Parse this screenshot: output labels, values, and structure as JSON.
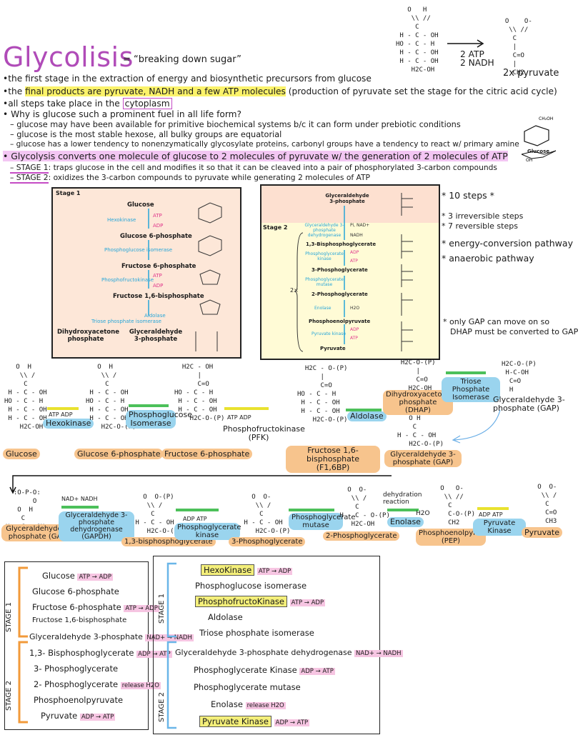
{
  "header": {
    "title": "Glycolisis",
    "subtitle": "= “breaking down sugar”",
    "reaction": {
      "products": "2x pyruvate",
      "energy_1": "2 ATP",
      "energy_2": "2 NADH"
    }
  },
  "bullets": [
    "•the first stage in the extraction of energy and biosynthetic precursors from glucose",
    "•the ",
    "final products are pyruvate, NADH and a few ATP molecules",
    " (production of pyruvate set the stage for the citric acid cycle)",
    "•all steps take place in the ",
    "cytoplasm",
    "• Why is glucose such a prominent fuel in all life form?",
    "– glucose may have been available for primitive biochemical systems b/c it can form under prebiotic conditions",
    "– glucose is the most stable hexose, all bulky groups are equatorial",
    "– glucose has a lower tendency to nonenzymatically glycosylate proteins, carbonyl groups have a tendency to react w/ primary amine",
    "• Glycolysis converts one molecule of glucose to 2 molecules of pyruvate w/ the generation of 2 molecules of ATP",
    "– STAGE 1",
    ": traps glucose in the cell and modifies it so that it can be cleaved into a pair of phosphorylated 3-carbon compounds",
    "– STAGE 2",
    ": oxidizes the 3-carbon compounds to pyruvate while generating 2 molecules of ATP"
  ],
  "glucose_label": "Glucose",
  "stage1": {
    "heading": "Stage 1",
    "molecules": [
      "Glucose",
      "Glucose 6-phosphate",
      "Fructose 6-phosphate",
      "Fructose 1,6-bisphosphate",
      "Dihydroxyacetone phosphate",
      "Glyceraldehyde 3-phosphate"
    ],
    "enzymes": [
      "Hexokinase",
      "Phosphoglucose isomerase",
      "Phosphofructokinase",
      "Aldolase",
      "Triose phosphate isomerase"
    ],
    "cofactors": [
      "ATP",
      "ADP",
      "ATP",
      "ADP"
    ]
  },
  "stage2": {
    "heading": "Stage 2",
    "multiplier": "2×",
    "molecules": [
      "Glyceraldehyde 3-phosphate",
      "1,3-Bisphosphoglycerate",
      "3-Phosphoglycerate",
      "2-Phosphoglycerate",
      "Phosphoenolpyruvate",
      "Pyruvate"
    ],
    "enzymes": [
      "Glyceraldehyde 3-phosphate dehydrogenase",
      "Phosphoglycerate kinase",
      "Phosphoglycerate mutase",
      "Enolase",
      "Pyruvate kinase"
    ],
    "cofactors": [
      "Pi, NAD+",
      "NADH",
      "ADP",
      "ATP",
      "H2O",
      "ADP",
      "ATP"
    ]
  },
  "notes": [
    "* 10 steps *",
    "* 3 irreversible steps",
    "* 7 reversible steps",
    "* energy-conversion pathway",
    "* anaerobic pathway",
    "* only GAP can move on so",
    "DHAP must be converted to GAP"
  ],
  "pathway_row1": {
    "molecules": [
      "Glucose",
      "Glucose 6-phosphate",
      "Fructose 6-phosphate",
      "Fructose 1,6-bisphosphate (F1,6BP)",
      "Dihydroxyacetone phosphate (DHAP)",
      "Glyceraldehyde 3-phosphate (GAP)",
      "Glyceraldehyde 3-phosphate (GAP)"
    ],
    "enzymes": [
      "Hexokinase",
      "Phosphoglucose Isomerase",
      "Phosphofructokinase (PFK)",
      "Aldolase",
      "Triose Phosphate Isomerase"
    ],
    "cofactors": [
      "ATP",
      "ADP",
      "ATP",
      "ADP"
    ]
  },
  "pathway_row2": {
    "molecules": [
      "Glyceraldehyde 3-phosphate (GAP)",
      "1,3-bisphosphoglycerate",
      "3-Phosphoglycerate",
      "2-Phosphoglycerate",
      "Phosphoenolpyruvate (PEP)",
      "Pyruvate"
    ],
    "enzymes": [
      "Glyceraldehyde 3-phosphate dehydrogenase (GAPDH)",
      "Phosphoglycerate kinase",
      "Phosphoglycerate mutase",
      "Enolase",
      "Pyruvate Kinase"
    ],
    "cofactors": [
      "NAD+",
      "NADH",
      "ADP",
      "ATP",
      "H2O",
      "ADP",
      "ATP"
    ],
    "note": "dehydration reaction"
  },
  "summary_left": {
    "stage_labels": [
      "STAGE 1",
      "STAGE 2"
    ],
    "rows": [
      {
        "name": "Glucose",
        "tag": "ATP → ADP"
      },
      {
        "name": "Glucose 6-phosphate",
        "tag": ""
      },
      {
        "name": "Fructose 6-phosphate",
        "tag": "ATP → ADP"
      },
      {
        "name": "Fructose 1,6-bisphosphate",
        "tag": ""
      },
      {
        "name": "Glyceraldehyde 3-phosphate",
        "tag": "NAD+ → NADH"
      },
      {
        "name": "1,3- Bisphosphoglycerate",
        "tag": "ADP → ATP"
      },
      {
        "name": "3- Phosphoglycerate",
        "tag": ""
      },
      {
        "name": "2- Phosphoglycerate",
        "tag": "release H2O"
      },
      {
        "name": "Phosphoenolpyruvate",
        "tag": ""
      },
      {
        "name": "Pyruvate",
        "tag": "ADP → ATP"
      }
    ]
  },
  "summary_right": {
    "stage_labels": [
      "STAGE 1",
      "STAGE 2"
    ],
    "rows": [
      {
        "name": "HexoKinase",
        "tag": "ATP → ADP",
        "boxed": true
      },
      {
        "name": "Phosphoglucose isomerase",
        "tag": "",
        "boxed": false
      },
      {
        "name": "PhosphofructoKinase",
        "tag": "ATP → ADP",
        "boxed": true
      },
      {
        "name": "Aldolase",
        "tag": "",
        "boxed": false
      },
      {
        "name": "Triose phosphate isomerase",
        "tag": "",
        "boxed": false
      },
      {
        "name": "Glyceraldehyde 3-phosphate dehydrogenase",
        "tag": "NAD+ → NADH",
        "boxed": false
      },
      {
        "name": "Phosphoglycerate Kinase",
        "tag": "ADP → ATP",
        "boxed": false
      },
      {
        "name": "Phosphoglycerate mutase",
        "tag": "",
        "boxed": false
      },
      {
        "name": "Enolase",
        "tag": "release H2O",
        "boxed": false
      },
      {
        "name": "Pyruvate Kinase",
        "tag": "ADP → ATP",
        "boxed": true
      }
    ]
  },
  "colors": {
    "title": "#b04bb8",
    "highlight": "#fbf36a",
    "orange_tag": "#f7c48d",
    "blue_tag": "#9ad4ee",
    "green_arrow": "#4cc05a",
    "yellow_arrow": "#e9e22f",
    "cofactor_pink": "#f6c5e2"
  }
}
